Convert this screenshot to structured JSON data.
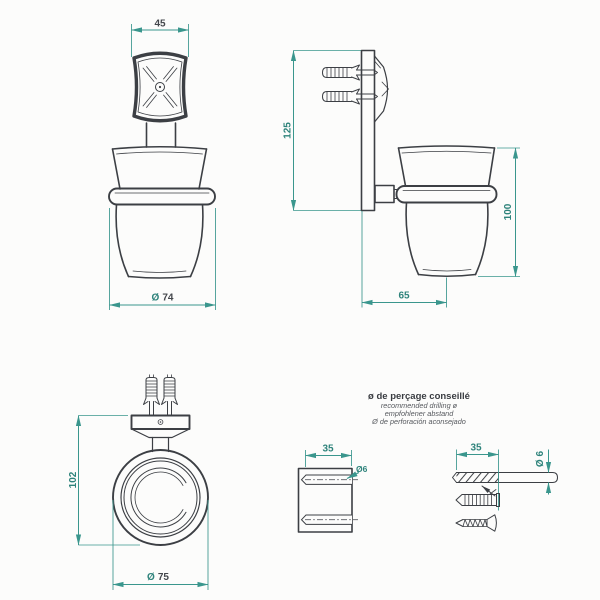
{
  "drawing": {
    "background": "#fcfcfb",
    "line_color": "#3c3f44",
    "dimension_color": "#3a968d",
    "dimension_text_teal": "#2e837b",
    "dimension_text_dark": "#44474c",
    "views": {
      "front": {
        "plate_width": "45",
        "cup_diameter_symbol": "Ø",
        "cup_diameter_value": "74"
      },
      "side": {
        "plate_height": "125",
        "cup_height": "100",
        "wall_to_axis": "65"
      },
      "top": {
        "overall_depth": "102",
        "cup_diameter_symbol": "Ø",
        "cup_diameter_value": "75"
      },
      "drilling": {
        "legend_title": "ø de perçage conseillé",
        "legend_en": "recommended drilling ø",
        "legend_de": "empfohlener abstand",
        "legend_es": "Ø de perforación aconsejado",
        "wall_hole_depth": "35",
        "wall_hole_diameter": "Ø6",
        "drill_flute_length": "35",
        "drill_diameter": "Ø 6"
      }
    }
  }
}
